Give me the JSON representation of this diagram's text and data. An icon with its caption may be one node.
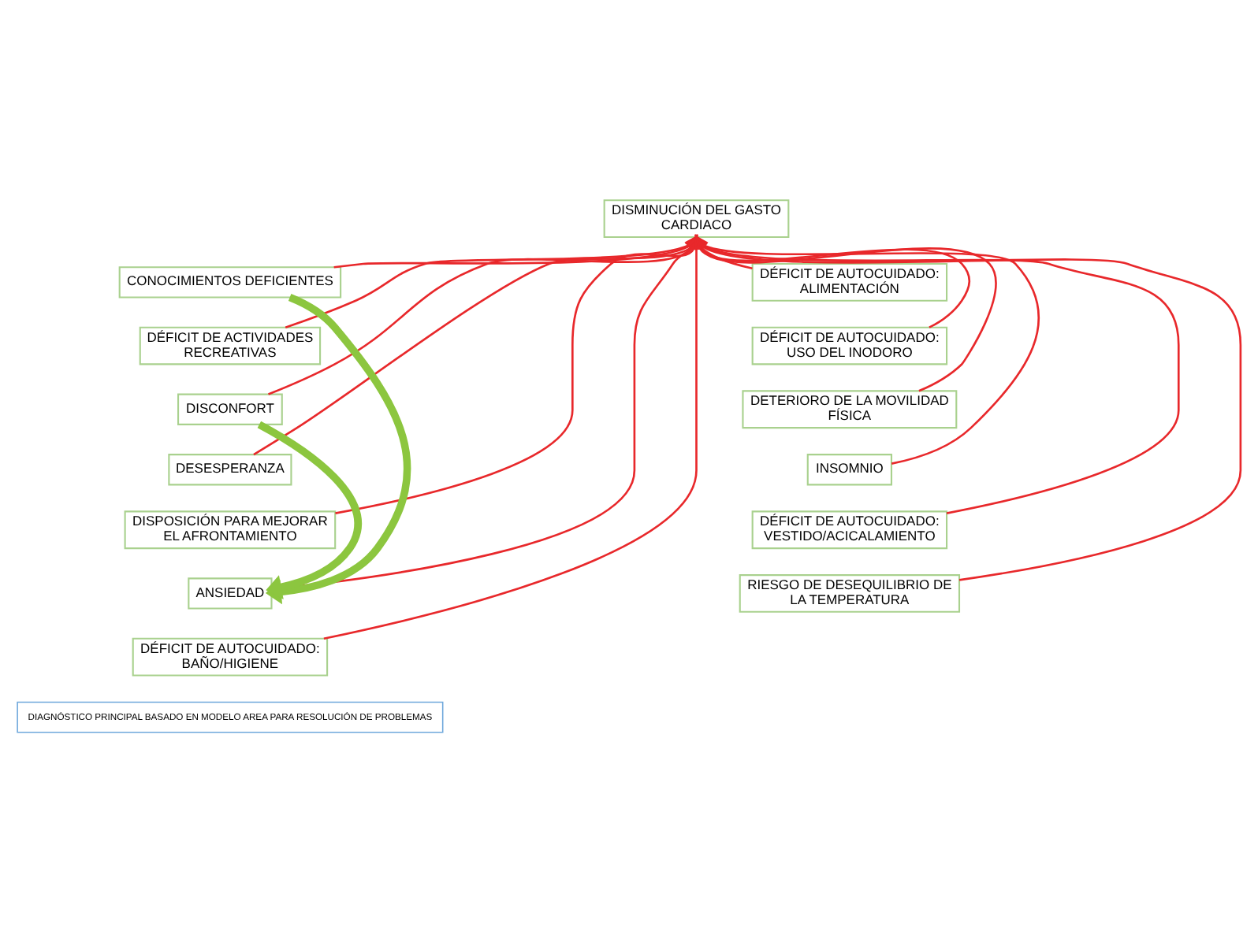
{
  "diagram": {
    "nodes": [
      {
        "text": [
          "DISMINUCIÓN DEL GASTO CARDIACO"
        ]
      },
      {
        "text": [
          "CONOCIMIENTOS DEFICIENTES"
        ]
      },
      {
        "text": [
          "DÉFICIT DE ACTIVIDADES RECREATIVAS"
        ]
      },
      {
        "text": [
          "DISCONFORT"
        ]
      },
      {
        "text": [
          "DESESPERANZA"
        ]
      },
      {
        "text": [
          "DISPOSICIÓN PARA MEJORAR EL AFRONTAMIENTO"
        ]
      },
      {
        "text": [
          "ANSIEDAD"
        ]
      },
      {
        "text": [
          "DÉFICIT DE AUTOCUIDADO: BAÑO/HIGIENE"
        ]
      },
      {
        "text": [
          "DÉFICIT DE AUTOCUIDADO: ALIMENTACIÓN"
        ]
      },
      {
        "text": [
          "DÉFICIT DE AUTOCUIDADO: USO DEL INODORO"
        ]
      },
      {
        "text": [
          "DETERIORO DE LA MOVILIDAD FÍSICA"
        ]
      },
      {
        "text": [
          "INSOMNIO"
        ]
      },
      {
        "text": [
          "DÉFICIT DE AUTOCUIDADO: VESTIDO/ACICALAMIENTO"
        ]
      },
      {
        "text": [
          "RIESGO DE DESEQUILIBRIO DE LA TEMPERATURA"
        ]
      },
      {
        "text": [
          "DIAGNÓSTICO PRINCIPAL BASADO EN MODELO AREA PARA RESOLUCIÓN DE PROBLEMAS"
        ]
      }
    ],
    "edges": [
      {
        "from": 1,
        "to": 0,
        "arrow": "to"
      },
      {
        "from": 2,
        "to": 0,
        "arrow": "to"
      },
      {
        "from": 3,
        "to": 0,
        "arrow": "to"
      },
      {
        "from": 4,
        "to": 0,
        "arrow": "to"
      },
      {
        "from": 5,
        "to": 0,
        "arrow": "to"
      },
      {
        "from": 6,
        "to": 0,
        "arrow": "to"
      },
      {
        "from": 7,
        "to": 0,
        "arrow": "to"
      },
      {
        "from": 8,
        "to": 0,
        "arrow": "to"
      },
      {
        "from": 9,
        "to": 0,
        "arrow": "to"
      },
      {
        "from": 10,
        "to": 0,
        "arrow": "to"
      },
      {
        "from": 11,
        "to": 0,
        "arrow": "to"
      },
      {
        "from": 12,
        "to": 0,
        "arrow": "to"
      },
      {
        "from": 13,
        "to": 0,
        "arrow": "to"
      },
      {
        "from": 1,
        "to": 6,
        "arrow": "to",
        "style": "thick",
        "color": "#8cc63f"
      },
      {
        "from": 3,
        "to": 6,
        "arrow": "to",
        "style": "thick",
        "color": "#8cc63f"
      }
    ]
  }
}
